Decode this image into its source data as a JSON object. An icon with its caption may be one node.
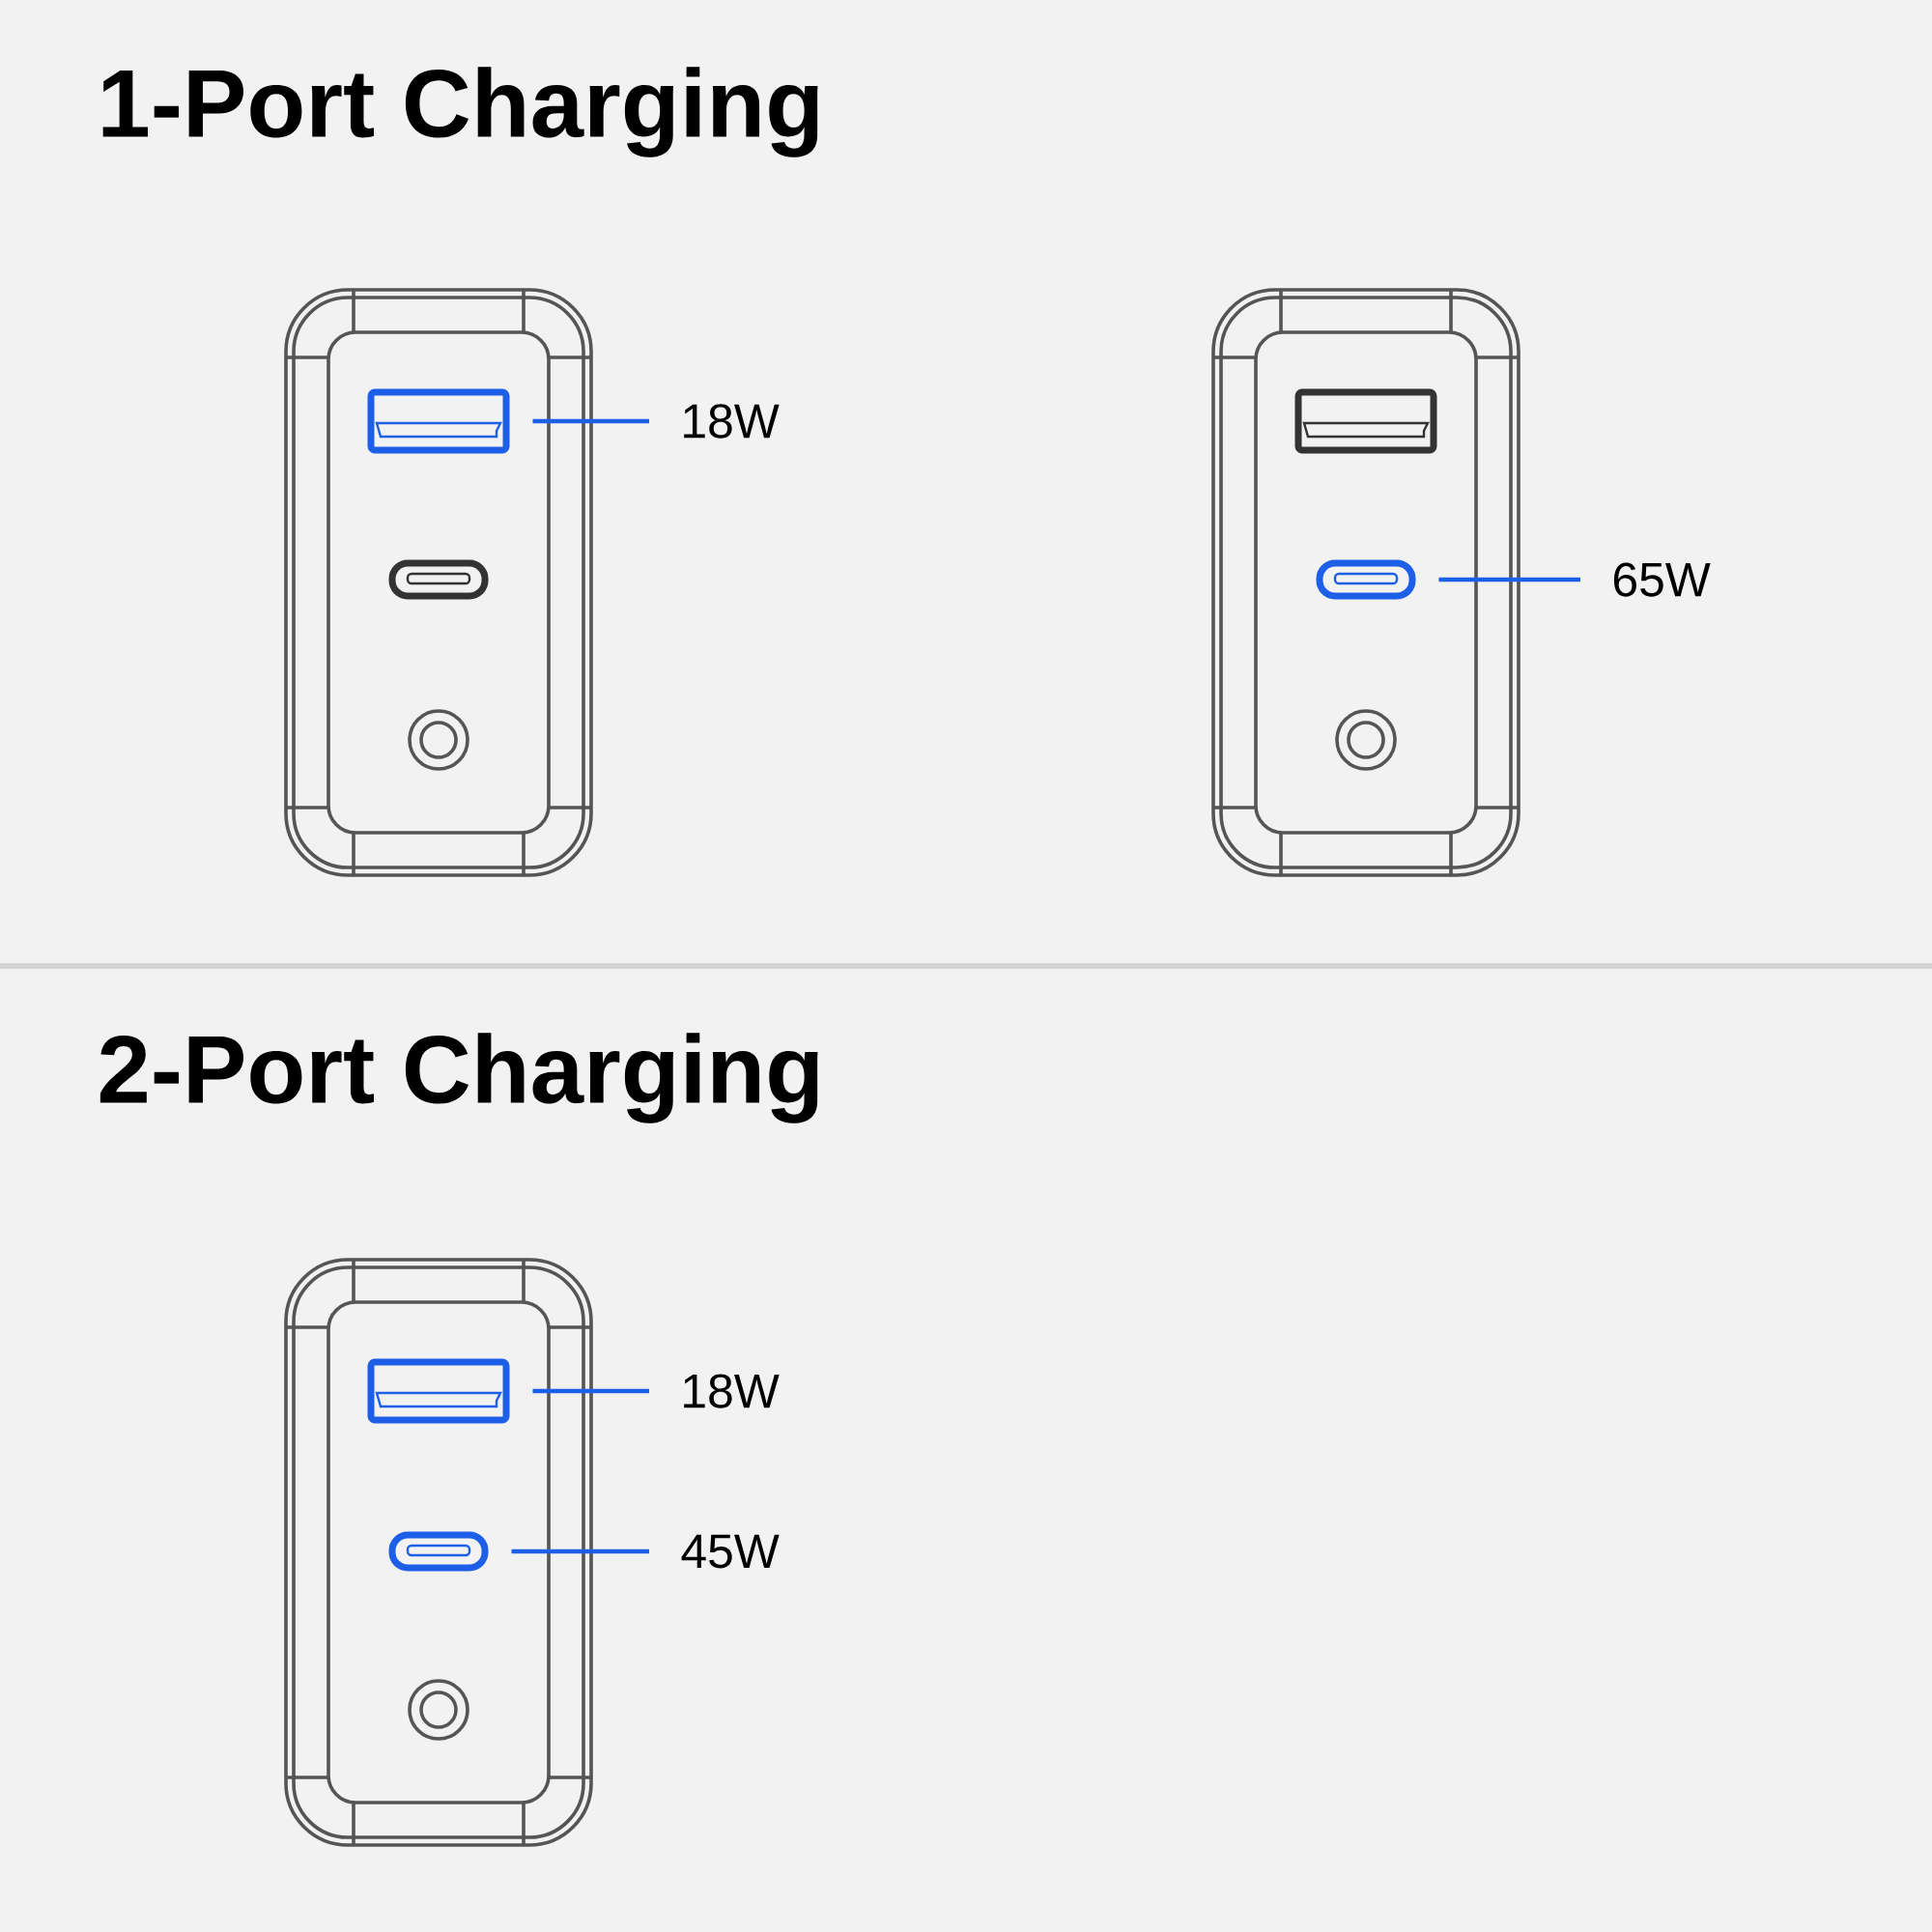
{
  "diagram": {
    "nodes": [
      {
        "text": [],
        "shape": "box"
      },
      {
        "text": [
          "18W"
        ]
      },
      {
        "text": [],
        "shape": "capsule"
      },
      {
        "text": [
          "65W"
        ]
      },
      {
        "text": [],
        "shape": "box"
      },
      {
        "text": [
          "18W"
        ]
      },
      {
        "text": [],
        "shape": "capsule"
      },
      {
        "text": [
          "45W"
        ]
      }
    ],
    "edges": [
      {
        "from": 1,
        "to": 0,
        "arrow": "none"
      },
      {
        "from": 3,
        "to": 2,
        "arrow": "none"
      },
      {
        "from": 5,
        "to": 4,
        "arrow": "none"
      },
      {
        "from": 7,
        "to": 6,
        "arrow": "none"
      }
    ],
    "labels": [
      "1-Port Charging",
      "2-Port Charging"
    ]
  }
}
